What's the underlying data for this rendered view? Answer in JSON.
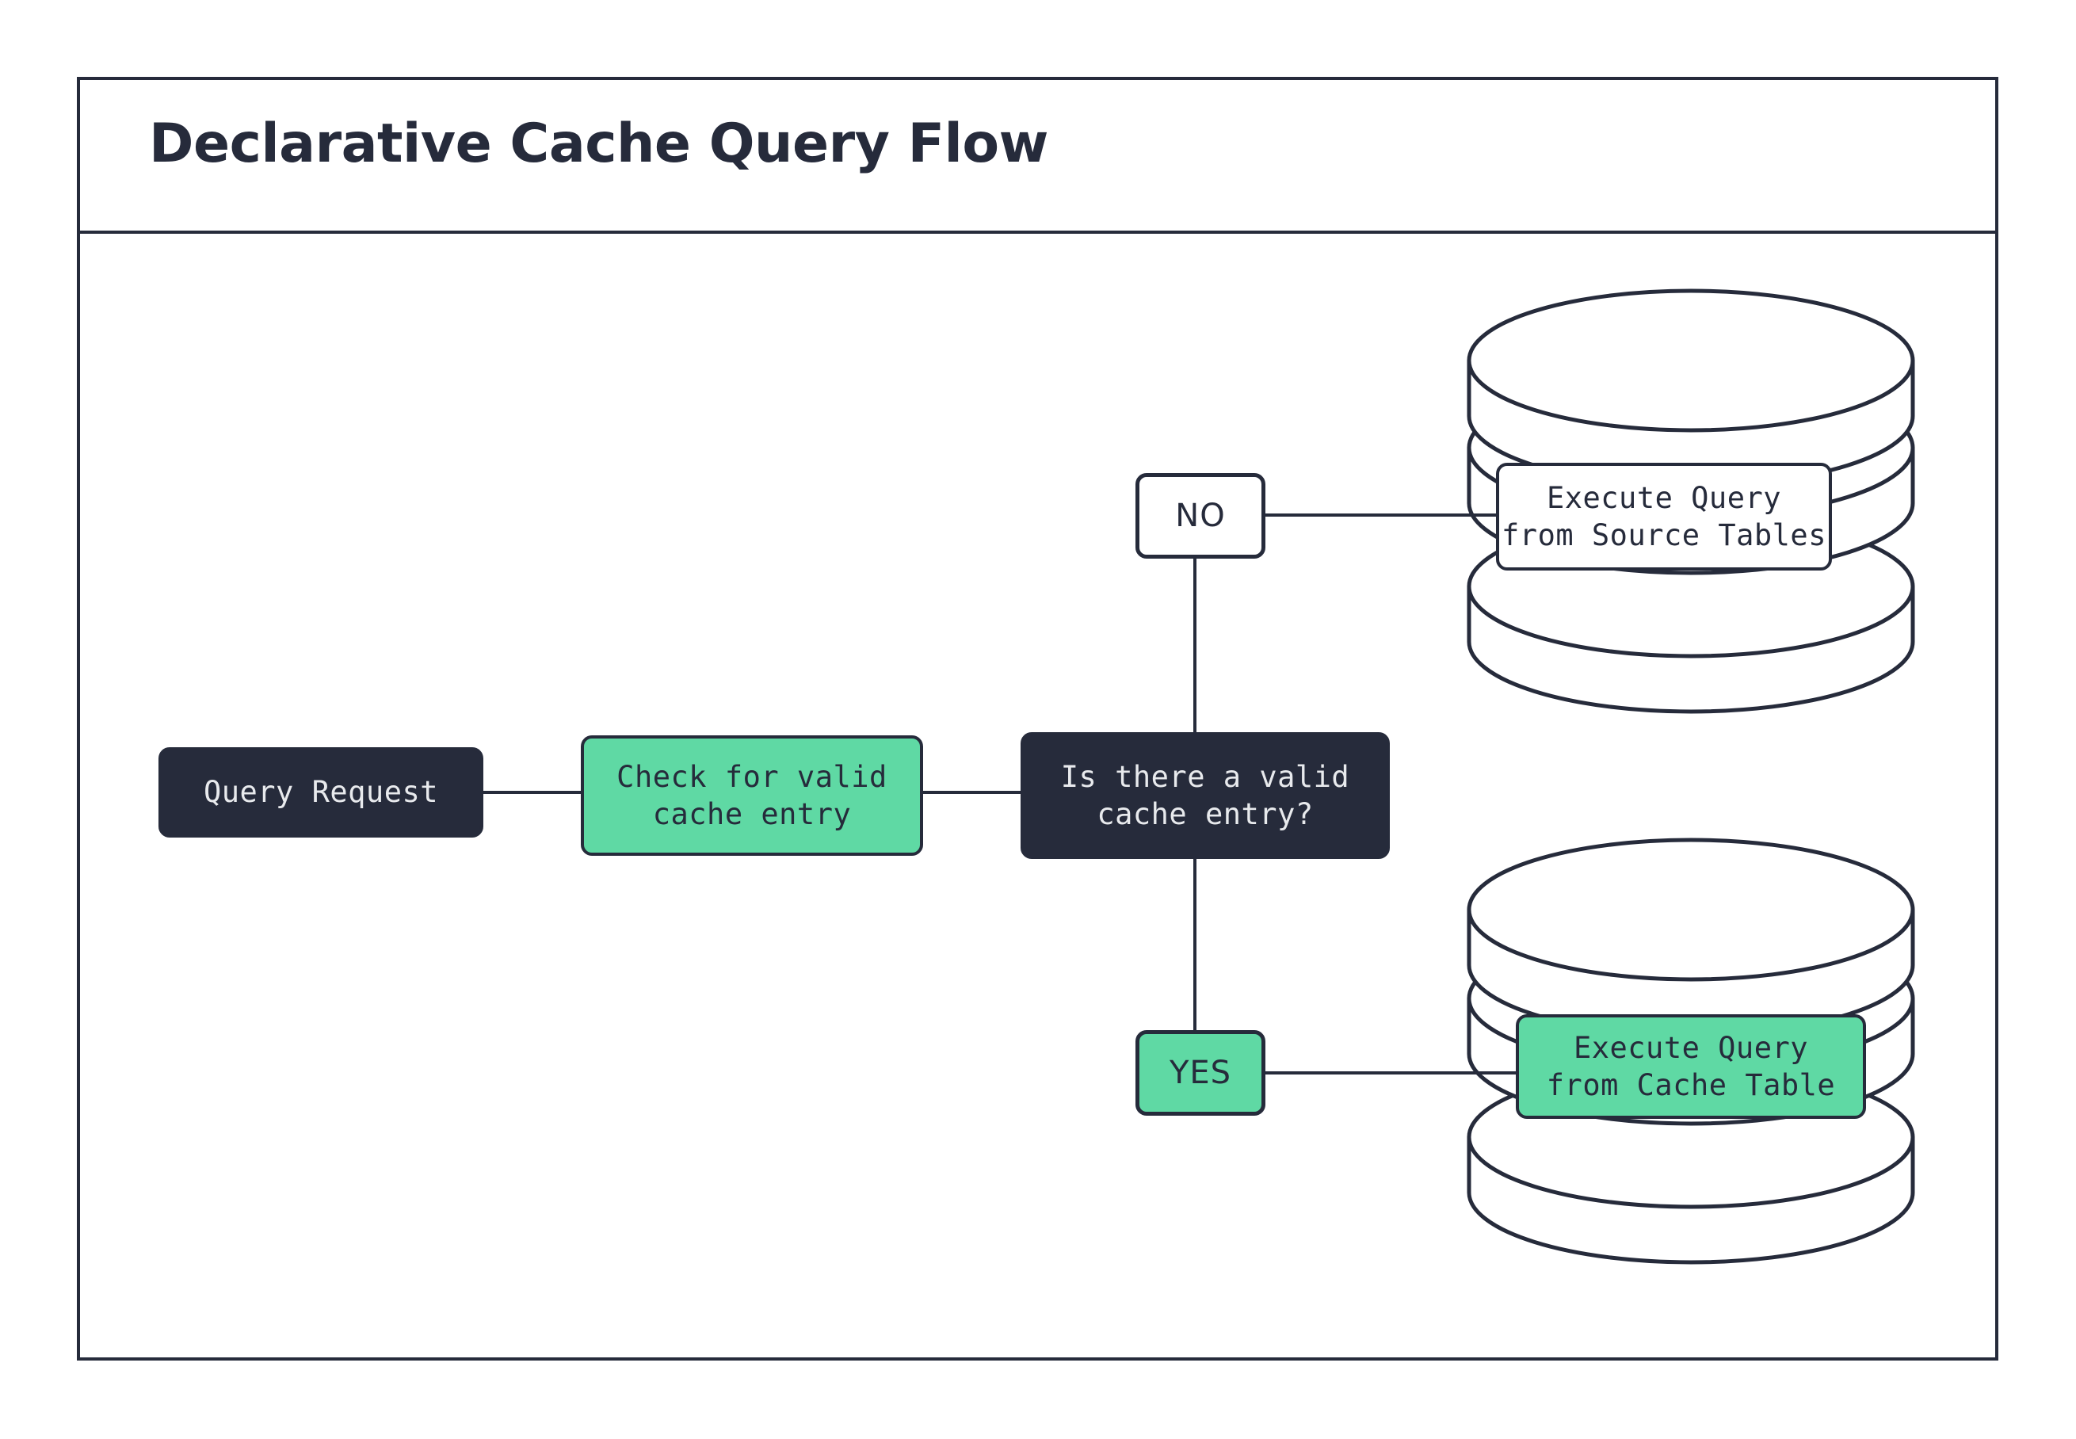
{
  "page": {
    "title": "Declarative Cache Query Flow",
    "background": "#ffffff",
    "stroke_color": "#262B3B",
    "accent_green": "#5FD9A4",
    "dark_fill": "#262B3B",
    "light_text": "#E8EAED"
  },
  "nodes": {
    "query_request": {
      "label": "Query Request",
      "style": "dark"
    },
    "check_cache": {
      "label": "Check for valid\ncache entry",
      "style": "green"
    },
    "decision": {
      "label": "Is there a valid\ncache entry?",
      "style": "dark"
    },
    "exec_source": {
      "label": "Execute Query\nfrom Source Tables",
      "style": "white"
    },
    "exec_cache": {
      "label": "Execute Query\nfrom Cache Table",
      "style": "green"
    }
  },
  "edge_labels": {
    "no": {
      "label": "NO",
      "style": "white"
    },
    "yes": {
      "label": "YES",
      "style": "green"
    }
  },
  "shapes": {
    "source_database": "database-cylinder-icon",
    "cache_database": "database-cylinder-icon"
  }
}
